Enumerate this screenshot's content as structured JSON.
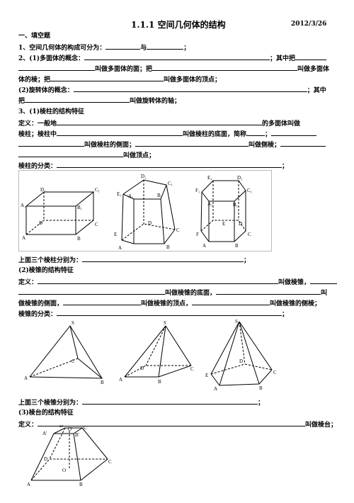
{
  "header": {
    "title": "1.1.1 空间几何体的结构",
    "date": "2012/3/26"
  },
  "section1": "一、填空题",
  "q1": {
    "text": "1、空间几何体的构成可分为：",
    "and": "与",
    "end": "；"
  },
  "q2": {
    "l1a": "2、(1)多面体的概念：",
    "l1b": "；其中把",
    "l2a": "叫做多面体的面；把",
    "l2b": "叫做多面体",
    "l3a": "体的棱；把",
    "l3b": "叫做多面体的顶点；",
    "l4a": "(2)旋转体的概念：",
    "l4b": "；其中",
    "l5a": "把",
    "l5b": "叫做旋转体的轴；"
  },
  "q3": {
    "heading": "3、(1)棱柱的结构特征",
    "d1a": "定义：一般地",
    "d1b": "的多面体叫做",
    "d2a": "棱柱；棱柱中",
    "d2b": "叫做棱柱的底面，简称",
    "d2c": "；",
    "d3a": "叫做棱柱的侧面；",
    "d3b": "叫做侧棱；",
    "d4a": "叫做顶点；",
    "cls": "棱柱的分类：",
    "cls_end": "；",
    "prisms_label": "上面三个棱柱分别为：",
    "prisms_end": "；"
  },
  "pyramid": {
    "heading": "(2)棱锥的结构特征",
    "d1a": "定义：",
    "d1b": "叫做棱锥，",
    "d2a": "叫做棱锥的底面，",
    "d2b": "叫",
    "d3a": "做棱锥的侧面，",
    "d3b": "叫做棱锥的顶点，",
    "d3c": "叫做棱锥的侧棱；",
    "cls": "棱锥的分类：",
    "cls_end": "；",
    "label": "上面三个棱锥分别为：",
    "label_end": "；"
  },
  "frustum": {
    "heading": "(3)棱台的结构特征",
    "d1a": "定义：",
    "d1b": "叫做棱台；"
  },
  "labels": {
    "A": "A",
    "B": "B",
    "C": "C",
    "D": "D",
    "E": "E",
    "F": "F",
    "S": "S",
    "O": "O",
    "A1": "A₁",
    "B1": "B₁",
    "C1": "C₁",
    "D1": "D₁",
    "E1": "E₁",
    "F1": "F₁",
    "Ap": "A'",
    "Bp": "B'",
    "Cp": "C'",
    "Dp": "D'",
    "Op": "O'"
  }
}
